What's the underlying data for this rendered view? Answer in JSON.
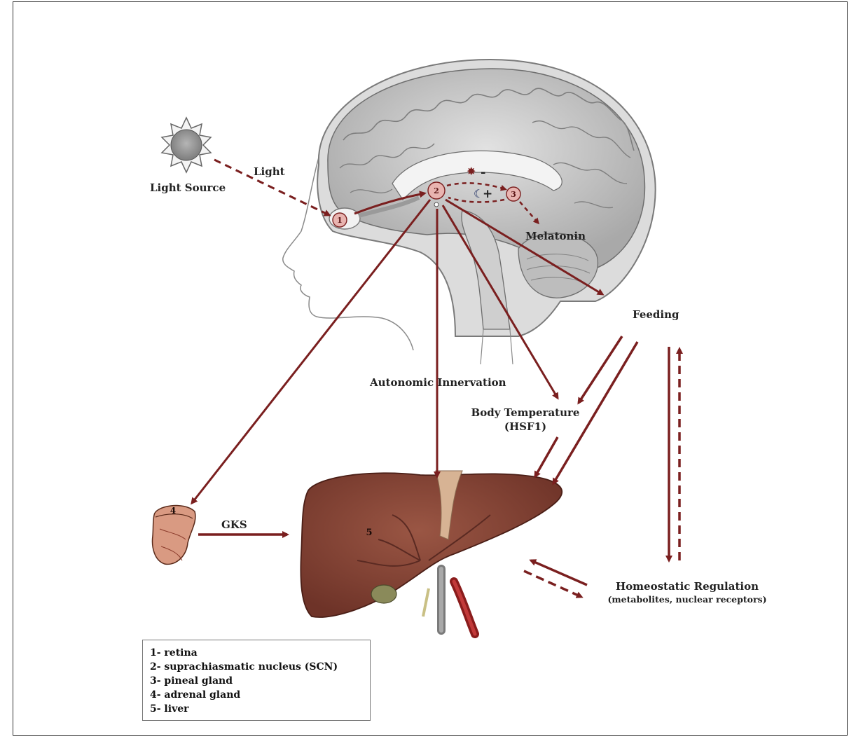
{
  "labels": {
    "light_source": "Light Source",
    "light": "Light",
    "melatonin": "Melatonin",
    "feeding": "Feeding",
    "autonomic_innervation": "Autonomic Innervation",
    "body_temperature": "Body Temperature",
    "hsf1": "(HSF1)",
    "gks": "GKS",
    "homeostatic_regulation": "Homeostatic Regulation",
    "homeostatic_sub": "(metabolites, nuclear receptors)"
  },
  "markers": {
    "retina": "1",
    "scn": "2",
    "pineal": "3",
    "adrenal": "4",
    "liver": "5",
    "inhibit": "-",
    "activate": "+"
  },
  "legend": {
    "items": [
      "1- retina",
      "2- suprachiasmatic nucleus (SCN)",
      "3- pineal gland",
      "4- adrenal gland",
      "5- liver"
    ]
  },
  "colors": {
    "arrow": "#7a1f1f",
    "liver": "#8a4a3a",
    "brain": "#c8c8c8",
    "marker_fill": "#e8b4b0"
  }
}
